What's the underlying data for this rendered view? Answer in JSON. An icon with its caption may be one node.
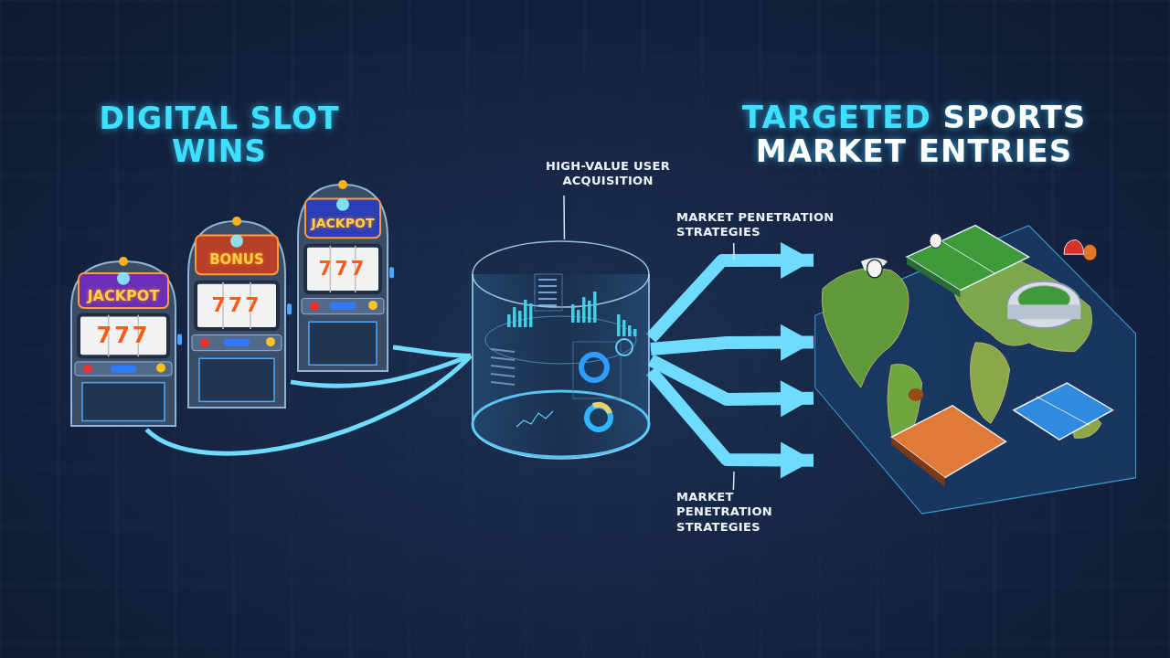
{
  "diagram": {
    "nodes": [
      {
        "text": [
          "JACKPOT",
          "777"
        ]
      },
      {
        "text": [
          "BONUS",
          "777"
        ]
      },
      {
        "text": [
          "JACKPOT",
          "777"
        ]
      },
      {
        "text": [],
        "shape": "cylinder"
      },
      {
        "text": [],
        "shape": "picture"
      },
      {
        "text": [
          "HIGH-VALUE USER ACQUISITION"
        ]
      },
      {
        "text": [
          "MARKET PENETRATION STRATEGIES"
        ]
      },
      {
        "text": [
          "MARKET PENETRATION STRATEGIES"
        ]
      }
    ],
    "edges": [
      {
        "from": 0,
        "to": 3,
        "arrow": "none"
      },
      {
        "from": 1,
        "to": 3,
        "arrow": "none"
      },
      {
        "from": 2,
        "to": 3,
        "arrow": "none"
      },
      {
        "from": 3,
        "to": 4,
        "arrow": "to",
        "style": "thick"
      },
      {
        "from": 3,
        "to": 4,
        "arrow": "to",
        "style": "thick"
      },
      {
        "from": 3,
        "to": 4,
        "arrow": "to",
        "style": "thick"
      },
      {
        "from": 3,
        "to": 4,
        "arrow": "to",
        "style": "thick"
      },
      {
        "from": 5,
        "to": 3,
        "arrow": "none",
        "color": "#cfe6ff"
      },
      {
        "from": 6,
        "to": null,
        "arrow": "none",
        "color": "#cfe6ff"
      },
      {
        "from": 7,
        "to": null,
        "arrow": "none",
        "color": "#cfe6ff"
      }
    ],
    "labels": [
      "DIGITAL SLOT WINS",
      "TARGETED SPORTS MARKET ENTRIES"
    ]
  }
}
